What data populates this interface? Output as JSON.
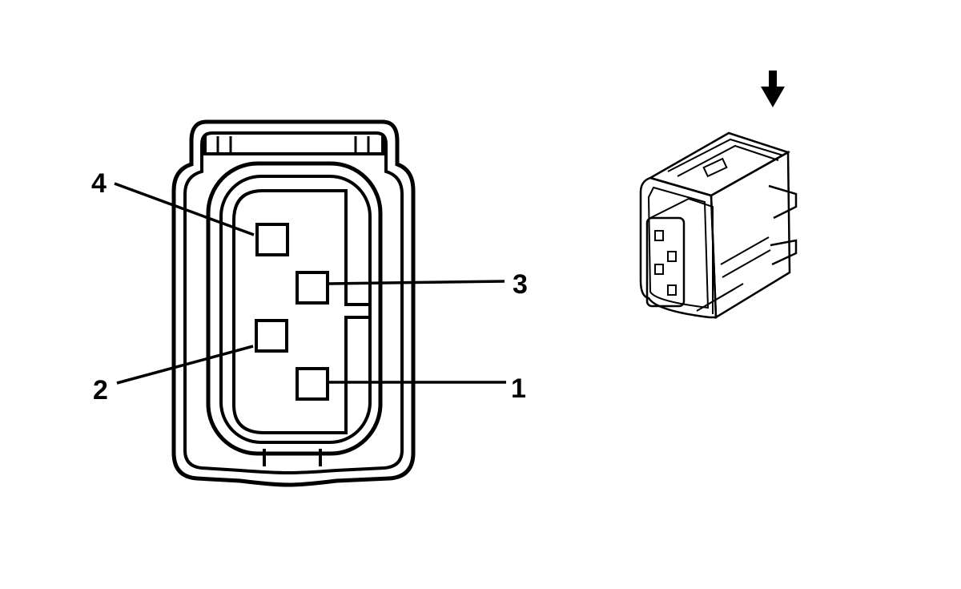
{
  "colors": {
    "line": "#000000",
    "background": "#ffffff"
  },
  "pins": [
    {
      "number": "4",
      "label": "4"
    },
    {
      "number": "3",
      "label": "3"
    },
    {
      "number": "2",
      "label": "2"
    },
    {
      "number": "1",
      "label": "1"
    }
  ],
  "icons": {
    "view_direction": "arrow-down-icon"
  }
}
